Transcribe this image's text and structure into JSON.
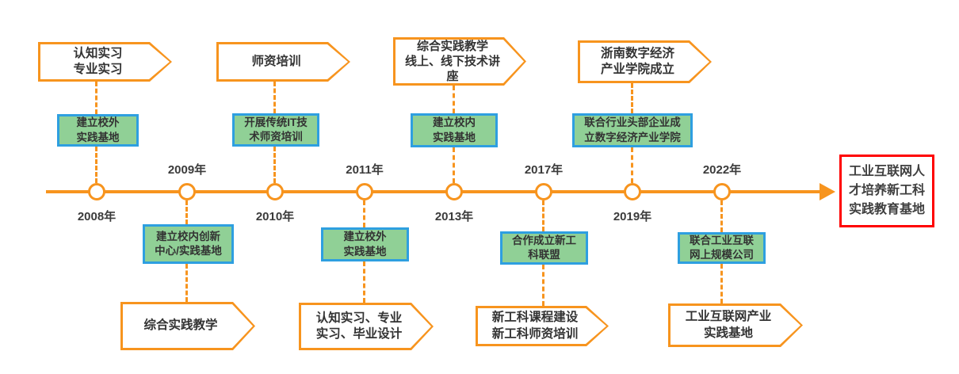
{
  "diagram": {
    "title_hint": "timeline-of-practice-education-milestones",
    "colors": {
      "orange": "#F7941E",
      "green_fill": "#90D096",
      "blue_border": "#2E9FE0",
      "red_border": "#FF0000",
      "text": "#333333"
    },
    "goal": {
      "label": "工业互联网人\n才培养新工科\n实践教育基地"
    },
    "columns": [
      {
        "year": "2008年",
        "banner": "认知实习\n专业实习",
        "box": "建立校外\n实践基地"
      },
      {
        "year": "2009年",
        "banner": "综合实践教学",
        "box": "建立校内创新\n中心/实践基地"
      },
      {
        "year": "2010年",
        "banner": "师资培训",
        "box": "开展传统IT技\n术师资培训"
      },
      {
        "year": "2011年",
        "banner": "认知实习、专业\n实习、毕业设计",
        "box": "建立校外\n实践基地"
      },
      {
        "year": "2013年",
        "banner": "综合实践教学\n线上、线下技术讲\n座",
        "box": "建立校内\n实践基地"
      },
      {
        "year": "2017年",
        "banner": "新工科课程建设\n新工科师资培训",
        "box": "合作成立新工\n科联盟"
      },
      {
        "year": "2019年",
        "banner": "浙南数字经济\n产业学院成立",
        "box": "联合行业头部企业成\n立数字经济产业学院"
      },
      {
        "year": "2022年",
        "banner": "工业互联网产业\n实践基地",
        "box": "联合工业互联\n网上规模公司"
      }
    ]
  }
}
